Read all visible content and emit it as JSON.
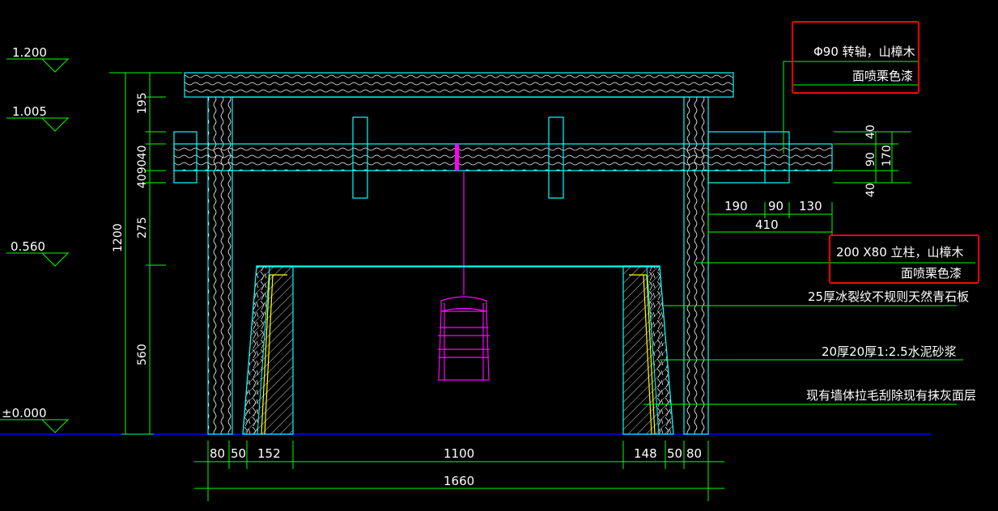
{
  "levels": [
    {
      "label": "1.200"
    },
    {
      "label": "1.005"
    },
    {
      "label": "0.560"
    },
    {
      "label": "±0.000"
    }
  ],
  "vertical_dims": {
    "overall": "1200",
    "top": "195",
    "beam_group": "409040",
    "mid": "275",
    "lower": "560"
  },
  "right_dims": {
    "a": "40",
    "b": "90",
    "c": "170",
    "d": "40"
  },
  "side_dims": {
    "a": "190",
    "b": "90",
    "c": "130",
    "total": "410"
  },
  "bottom_dims": {
    "parts": [
      "80",
      "50",
      "152",
      "1100",
      "148",
      "50",
      "80"
    ],
    "total": "1660"
  },
  "notes": {
    "axle_line1": "Φ90 转轴，山樟木",
    "axle_line2": "面喷栗色漆",
    "post_line1": "200 X80 立柱，山樟木",
    "post_line2": "面喷栗色漆",
    "stone": "25厚冰裂纹不规则天然青石板",
    "mortar": "20厚20厚1:2.5水泥砂浆",
    "wall": "现有墙体拉毛刮除现有抹灰面层"
  },
  "colors": {
    "background": "#000000",
    "outline": "#00ffff",
    "dimension": "#00ff00",
    "rope_bucket": "#ff00ff",
    "ground": "#0000ff",
    "highlight_box": "#ff0000",
    "text": "#ffffff"
  }
}
